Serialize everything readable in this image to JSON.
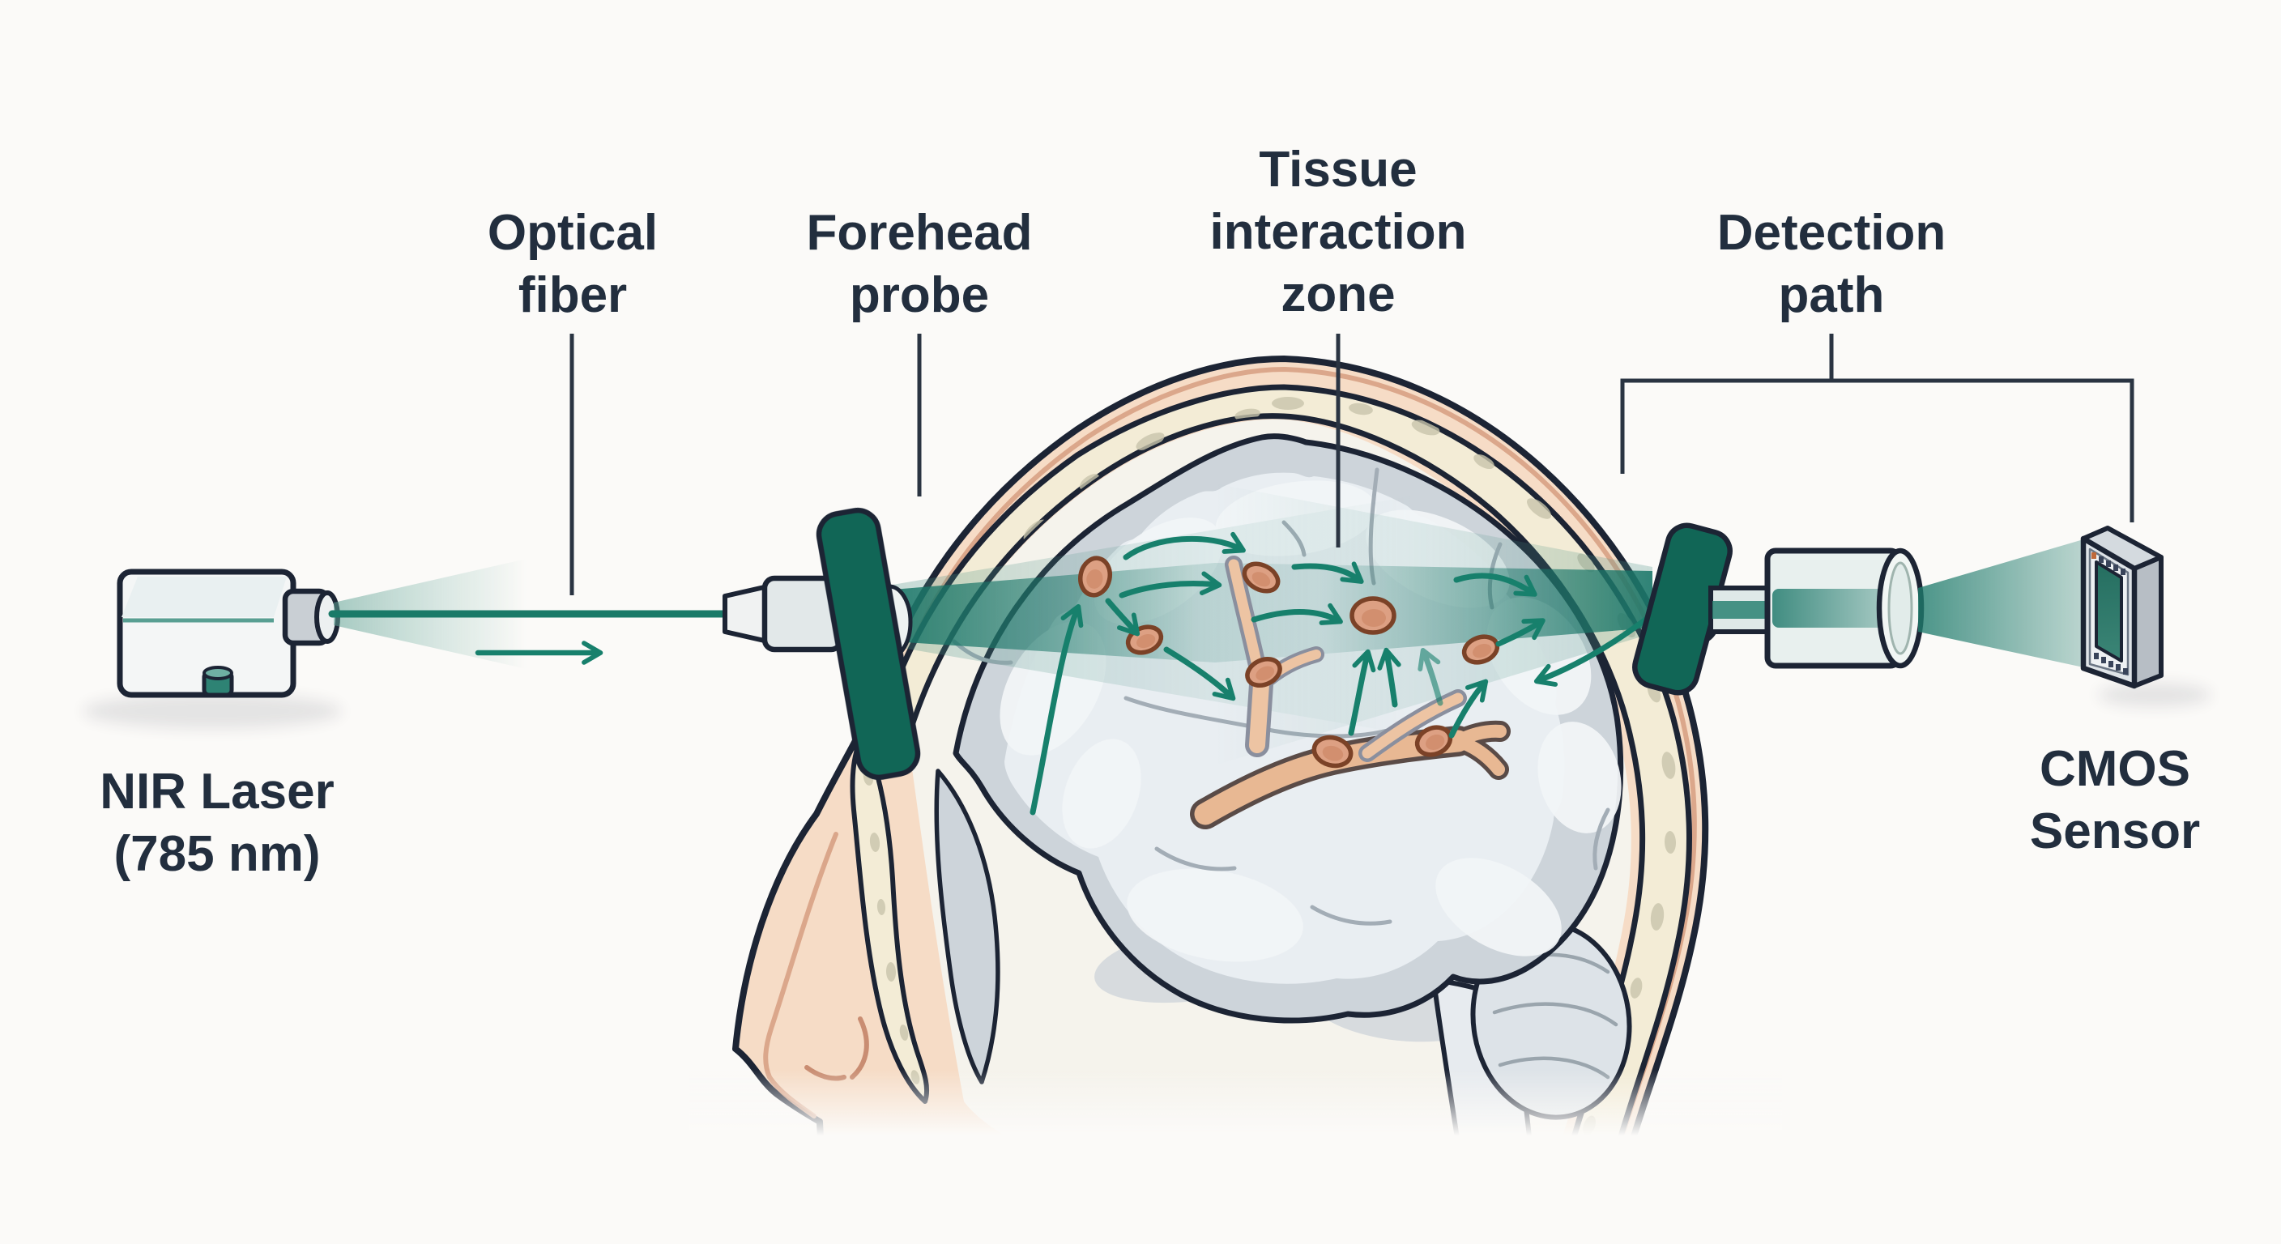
{
  "labels": {
    "optical_fiber": "Optical\nfiber",
    "forehead_probe": "Forehead\nprobe",
    "tissue_interaction_zone": "Tissue\ninteraction\nzone",
    "detection_path": "Detection\npath",
    "nir_laser": "NIR Laser\n(785 nm)",
    "cmos_sensor": "CMOS\nSensor"
  },
  "colors": {
    "background": "#fbfaf8",
    "outline": "#1c2434",
    "label_text": "#222e3e",
    "beam": "#1a7668",
    "fiber": "#1a7a68",
    "arrow": "#17806c",
    "probe": "#116656",
    "skin": "#f6dcc6",
    "skull": "#f3ecd6",
    "dura": "#cdd4da",
    "brain": "#e9eef2",
    "vessel": "#e8b893",
    "particle": "#dda083"
  }
}
